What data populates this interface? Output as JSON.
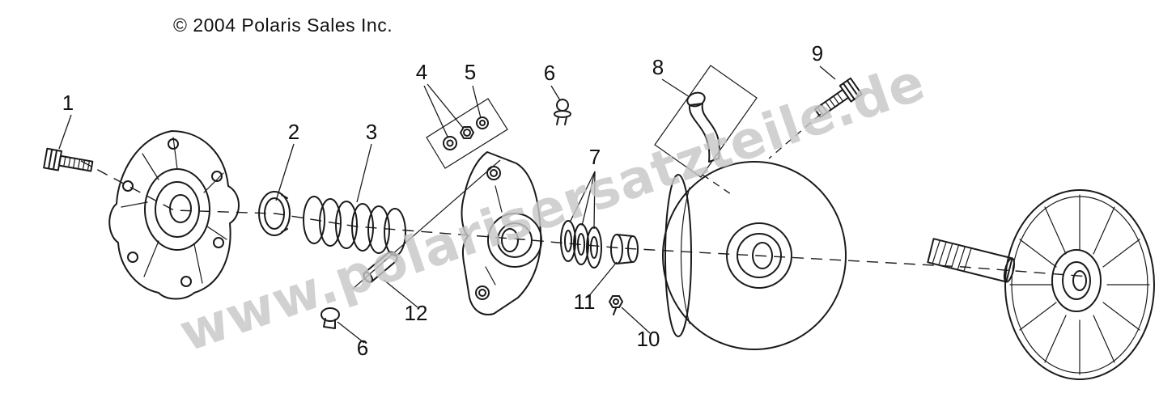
{
  "header": {
    "copyright": "© 2004 Polaris Sales Inc."
  },
  "watermark": {
    "text": "www.polarisersatzteile.de",
    "color": "#c7c7c7"
  },
  "colors": {
    "background": "#ffffff",
    "line_art": "#1a1a1a"
  },
  "callouts": [
    {
      "label": "1"
    },
    {
      "label": "2"
    },
    {
      "label": "3"
    },
    {
      "label": "4"
    },
    {
      "label": "5"
    },
    {
      "label": "6"
    },
    {
      "label": "7"
    },
    {
      "label": "8"
    },
    {
      "label": "9"
    },
    {
      "label": "10"
    },
    {
      "label": "11"
    },
    {
      "label": "12"
    },
    {
      "label": "6"
    }
  ]
}
